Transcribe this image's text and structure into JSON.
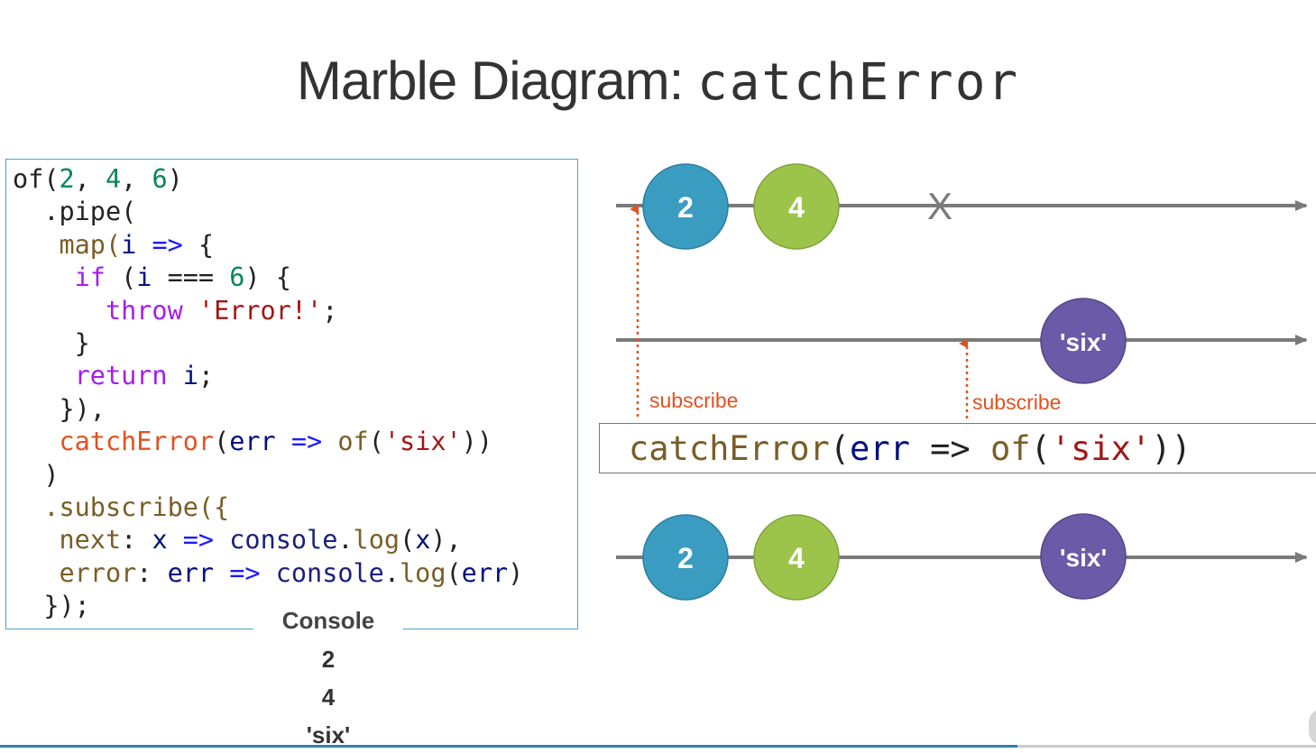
{
  "title": {
    "prefix": "Marble Diagram: ",
    "operator": "catchError"
  },
  "code": {
    "l1": {
      "a": "of(",
      "n1": "2",
      "c1": ", ",
      "n2": "4",
      "c2": ", ",
      "n3": "6",
      "b": ")"
    },
    "l2": {
      "a": "  .pipe("
    },
    "l3": {
      "a": "   map(",
      "v": "i",
      "op": " => ",
      "b": "{"
    },
    "l4": {
      "kw": "    if",
      "a": " (",
      "v": "i",
      "op": " === ",
      "n": "6",
      "b": ") {"
    },
    "l5": {
      "kw": "      throw",
      "s": " 'Error!'",
      "b": ";"
    },
    "l6": {
      "a": "    }"
    },
    "l7": {
      "kw": "    return",
      "v": " i",
      "b": ";"
    },
    "l8": {
      "a": "   }),"
    },
    "l9": {
      "fn": "   catchError",
      "a": "(",
      "v": "err",
      "op": " => ",
      "of": "of",
      "b": "(",
      "s": "'six'",
      "c": "))"
    },
    "l10": {
      "a": "  )"
    },
    "l11": {
      "a": "  .subscribe({"
    },
    "l12": {
      "k": "   next",
      "a": ": ",
      "v": "x",
      "op": " => ",
      "con": "console",
      "d": ".",
      "fn": "log",
      "b": "(",
      "v2": "x",
      "c": "),"
    },
    "l13": {
      "k": "   error",
      "a": ": ",
      "v": "err",
      "op": " => ",
      "con": "console",
      "d": ".",
      "fn": "log",
      "b": "(",
      "v2": "err",
      "c": ")"
    },
    "l14": {
      "a": "  });"
    }
  },
  "console": {
    "label": "Console",
    "lines": [
      "2",
      "4",
      "'six'"
    ]
  },
  "diagram": {
    "operator_box": {
      "fn": "catchError",
      "a": "(",
      "v": "err",
      "op": " => ",
      "of": "of",
      "b": "(",
      "s": "'six'",
      "c": "))"
    },
    "source_marbles": [
      "2",
      "4"
    ],
    "inner_marbles": [
      "'six'"
    ],
    "output_marbles": [
      "2",
      "4",
      "'six'"
    ],
    "subscribe_labels": [
      "subscribe",
      "subscribe"
    ],
    "error_mark": "X",
    "colors": {
      "blue": "#3a9cc1",
      "green": "#9cc44b",
      "purple": "#6b5aa8",
      "line": "#7a7a7a",
      "accent": "#e0521f"
    }
  }
}
